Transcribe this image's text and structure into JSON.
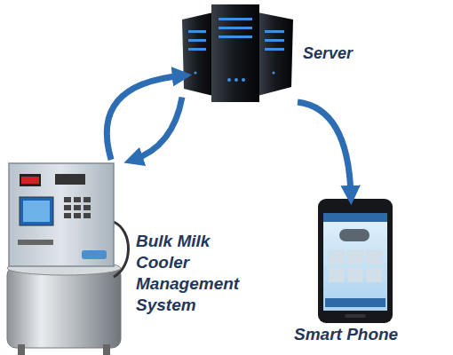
{
  "diagram": {
    "nodes": [
      {
        "text": [
          "Server"
        ]
      },
      {
        "text": [
          "Bulk Milk Cooler Management System"
        ]
      },
      {
        "text": [
          "Smart Phone"
        ]
      }
    ],
    "edges": [
      {
        "from": 1,
        "to": 0,
        "arrow": "to"
      },
      {
        "from": 0,
        "to": 1,
        "arrow": "to"
      },
      {
        "from": 0,
        "to": 2,
        "arrow": "to"
      }
    ]
  }
}
